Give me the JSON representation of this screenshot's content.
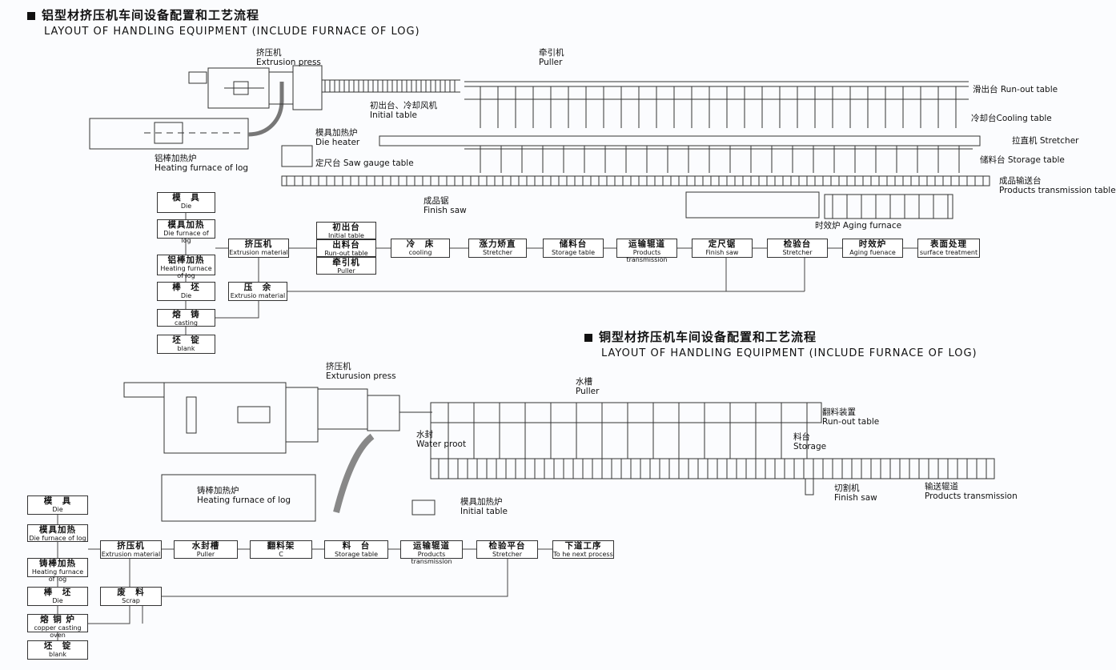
{
  "aluminum": {
    "title_cn": "铝型材挤压机车间设备配置和工艺流程",
    "title_en": "LAYOUT OF HANDLING EQUIPMENT (INCLUDE FURNACE OF LOG)",
    "labels": {
      "press": {
        "cn": "挤压机",
        "en": "Extrusion press"
      },
      "puller": {
        "cn": "牵引机",
        "en": "Puller"
      },
      "initial": {
        "cn": "初出台、冷却风机",
        "en": "Initial table"
      },
      "furnace": {
        "cn": "铝棒加热炉",
        "en": "Heating furnace of log"
      },
      "die_heater": {
        "cn": "模具加热炉",
        "en": "Die heater"
      },
      "saw_gauge": {
        "cn": "定尺台",
        "en": "Saw gauge table"
      },
      "finish_saw": {
        "cn": "成品锯",
        "en": "Finish saw"
      },
      "runout": {
        "cn": "滑出台",
        "en": "Run-out table"
      },
      "cooling": {
        "cn": "冷却台",
        "en": "Cooling table"
      },
      "stretcher": {
        "cn": "拉直机",
        "en": "Stretcher"
      },
      "storage": {
        "cn": "储料台",
        "en": "Storage table"
      },
      "products": {
        "cn": "成品输送台",
        "en": "Products transmission table"
      },
      "aging": {
        "cn": "时效炉",
        "en": "Aging furnace"
      }
    },
    "flow": {
      "die": {
        "cn": "模　具",
        "en": "Die"
      },
      "die_heat": {
        "cn": "模具加热",
        "en": "Die furnace of log"
      },
      "log_heat": {
        "cn": "铝棒加热",
        "en": "Heating furnace of log"
      },
      "billet": {
        "cn": "棒　坯",
        "en": "Die"
      },
      "casting": {
        "cn": "熔　铸",
        "en": "casting"
      },
      "blank": {
        "cn": "坯　锭",
        "en": "blank"
      },
      "extrusion": {
        "cn": "挤压机",
        "en": "Extrusion material"
      },
      "remain": {
        "cn": "压　余",
        "en": "Extrusio material"
      },
      "s1": {
        "cn": "初出台",
        "en": "Initial table"
      },
      "s2": {
        "cn": "出料台",
        "en": "Run-out table"
      },
      "s3": {
        "cn": "牵引机",
        "en": "Puller"
      },
      "cool": {
        "cn": "冷　床",
        "en": "cooling"
      },
      "stretch": {
        "cn": "涨力矫直",
        "en": "Stretcher"
      },
      "store": {
        "cn": "储料台",
        "en": "Storage table"
      },
      "transport": {
        "cn": "运输辊道",
        "en": "Products transmission"
      },
      "saw": {
        "cn": "定尺锯",
        "en": "Finish saw"
      },
      "inspect": {
        "cn": "检验台",
        "en": "Stretcher"
      },
      "aging": {
        "cn": "时效炉",
        "en": "Aging fuenace"
      },
      "surface": {
        "cn": "表面处理",
        "en": "surface treatment"
      }
    }
  },
  "copper": {
    "title_cn": "铜型材挤压机车间设备配置和工艺流程",
    "title_en": "LAYOUT OF HANDLING EQUIPMENT (INCLUDE FURNACE OF LOG)",
    "labels": {
      "press": {
        "cn": "挤压机",
        "en": "Exturusion press"
      },
      "puller": {
        "cn": "水槽",
        "en": "Puller"
      },
      "runout": {
        "cn": "翻料装置",
        "en": "Run-out table"
      },
      "water": {
        "cn": "水封",
        "en": "Water proot"
      },
      "storage": {
        "cn": "料台",
        "en": "Storage"
      },
      "furnace": {
        "cn": "铸棒加热炉",
        "en": "Heating furnace of log"
      },
      "saw": {
        "cn": "切割机",
        "en": "Finish saw"
      },
      "products": {
        "cn": "输送辊道",
        "en": "Products transmission"
      },
      "initial": {
        "cn": "模具加热炉",
        "en": "Initial table"
      }
    },
    "flow": {
      "die": {
        "cn": "模　具",
        "en": "Die"
      },
      "die_heat": {
        "cn": "模具加热",
        "en": "Die furnace of log"
      },
      "log_heat": {
        "cn": "铸棒加热",
        "en": "Heating furnace of log"
      },
      "billet": {
        "cn": "棒　坯",
        "en": "Die"
      },
      "melt": {
        "cn": "熔 铜 炉",
        "en": "copper casting oven"
      },
      "blank": {
        "cn": "坯　锭",
        "en": "blank"
      },
      "extrusion": {
        "cn": "挤压机",
        "en": "Extrusion material"
      },
      "trough": {
        "cn": "水封槽",
        "en": "Puller"
      },
      "flip": {
        "cn": "翻料架",
        "en": "C"
      },
      "table": {
        "cn": "料　台",
        "en": "Storage table"
      },
      "transport": {
        "cn": "运输辊道",
        "en": "Products transmission"
      },
      "inspect": {
        "cn": "检验平台",
        "en": "Stretcher"
      },
      "next": {
        "cn": "下道工序",
        "en": "To he next process"
      },
      "scrap": {
        "cn": "废　料",
        "en": "Scrap"
      }
    }
  }
}
